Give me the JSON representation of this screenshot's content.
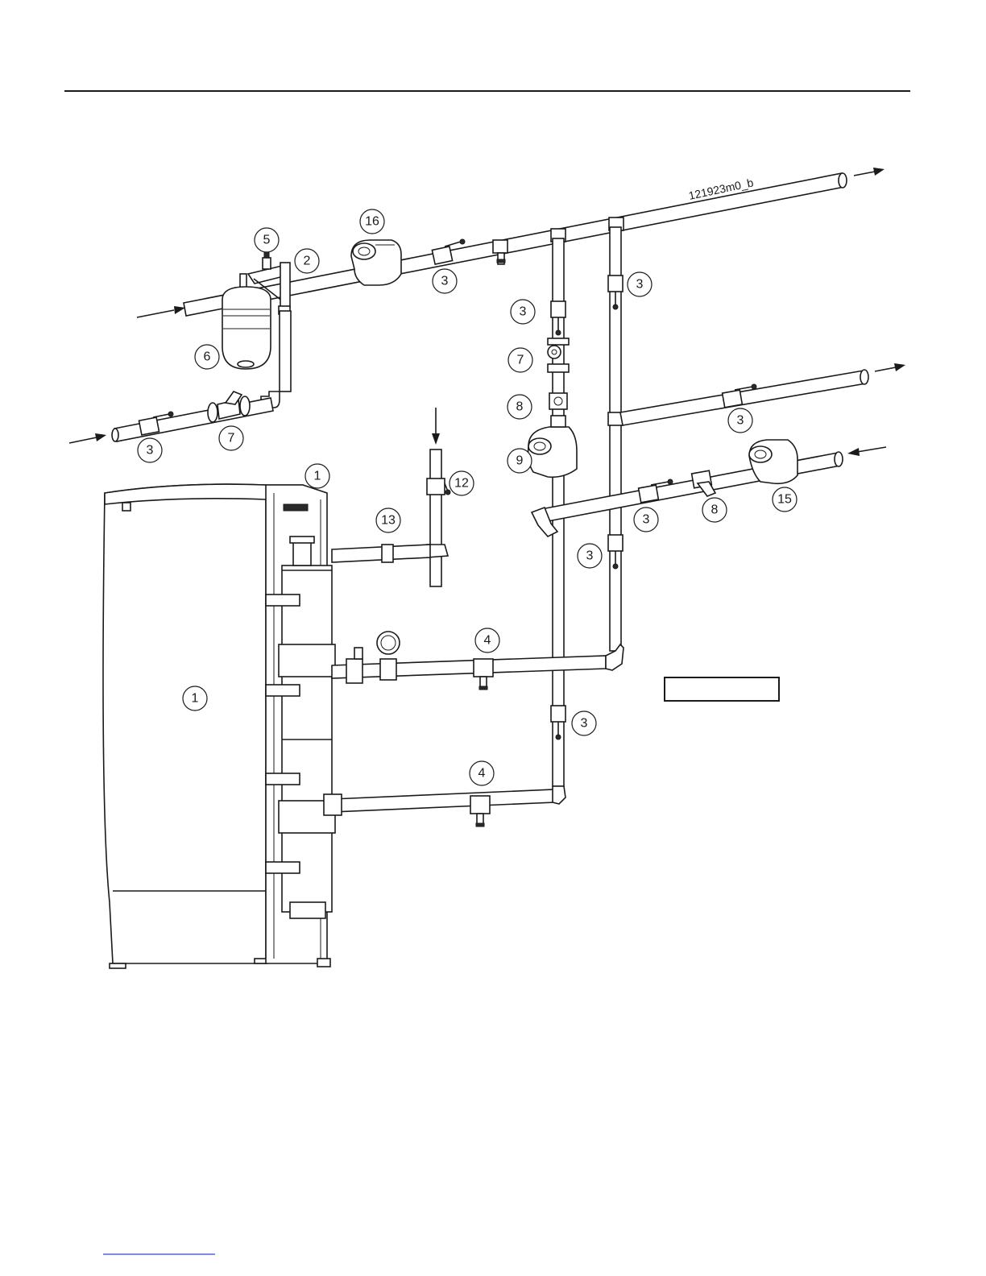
{
  "drawing_id": "121923m0_b",
  "callouts": [
    {
      "id": "c-5",
      "label": "5"
    },
    {
      "id": "c-2",
      "label": "2"
    },
    {
      "id": "c-16",
      "label": "16"
    },
    {
      "id": "c-3a",
      "label": "3"
    },
    {
      "id": "c-3b",
      "label": "3"
    },
    {
      "id": "c-6",
      "label": "6"
    },
    {
      "id": "c-3c",
      "label": "3"
    },
    {
      "id": "c-7a",
      "label": "7"
    },
    {
      "id": "c-3d",
      "label": "3"
    },
    {
      "id": "c-7b",
      "label": "7"
    },
    {
      "id": "c-8a",
      "label": "8"
    },
    {
      "id": "c-3e",
      "label": "3"
    },
    {
      "id": "c-9",
      "label": "9"
    },
    {
      "id": "c-12",
      "label": "12"
    },
    {
      "id": "c-1a",
      "label": "1"
    },
    {
      "id": "c-15",
      "label": "15"
    },
    {
      "id": "c-13",
      "label": "13"
    },
    {
      "id": "c-3f",
      "label": "3"
    },
    {
      "id": "c-8b",
      "label": "8"
    },
    {
      "id": "c-3g",
      "label": "3"
    },
    {
      "id": "c-4a",
      "label": "4"
    },
    {
      "id": "c-1b",
      "label": "1"
    },
    {
      "id": "c-3h",
      "label": "3"
    },
    {
      "id": "c-4b",
      "label": "4"
    }
  ],
  "colors": {
    "line": "#1a1a1a",
    "footer_link": "#3344cc"
  }
}
